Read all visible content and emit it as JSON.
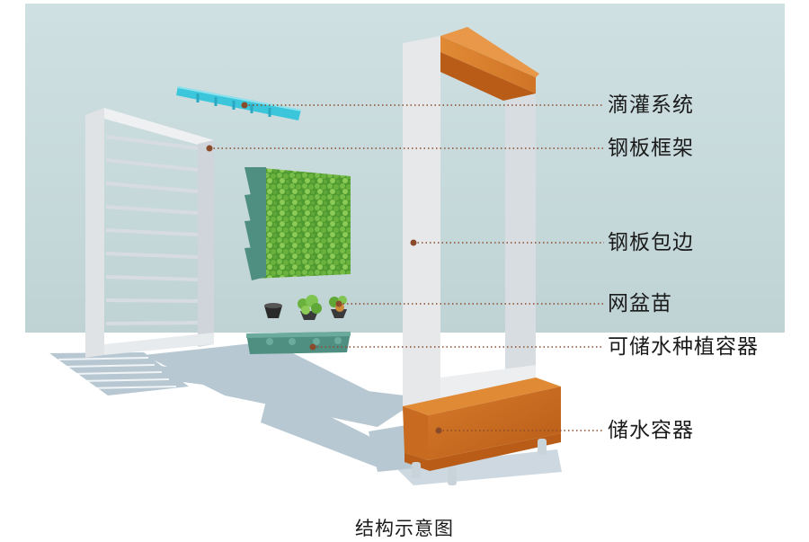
{
  "labels": {
    "drip_irrigation": "滴灌系统",
    "steel_frame": "钢板框架",
    "steel_edging": "钢板包边",
    "mesh_pot_seedling": "网盆苗",
    "planting_container": "可储水种植容器",
    "water_container": "储水容器"
  },
  "caption": "结构示意图",
  "colors": {
    "wall": "#c9dcdd",
    "floor": "#ffffff",
    "frame": "#e4e7ea",
    "wood": "#c86a1f",
    "pipe": "#3cc6dc",
    "planter": "#4f8f82",
    "foliage": "#5aa637",
    "leader": "#8a4b2a"
  }
}
